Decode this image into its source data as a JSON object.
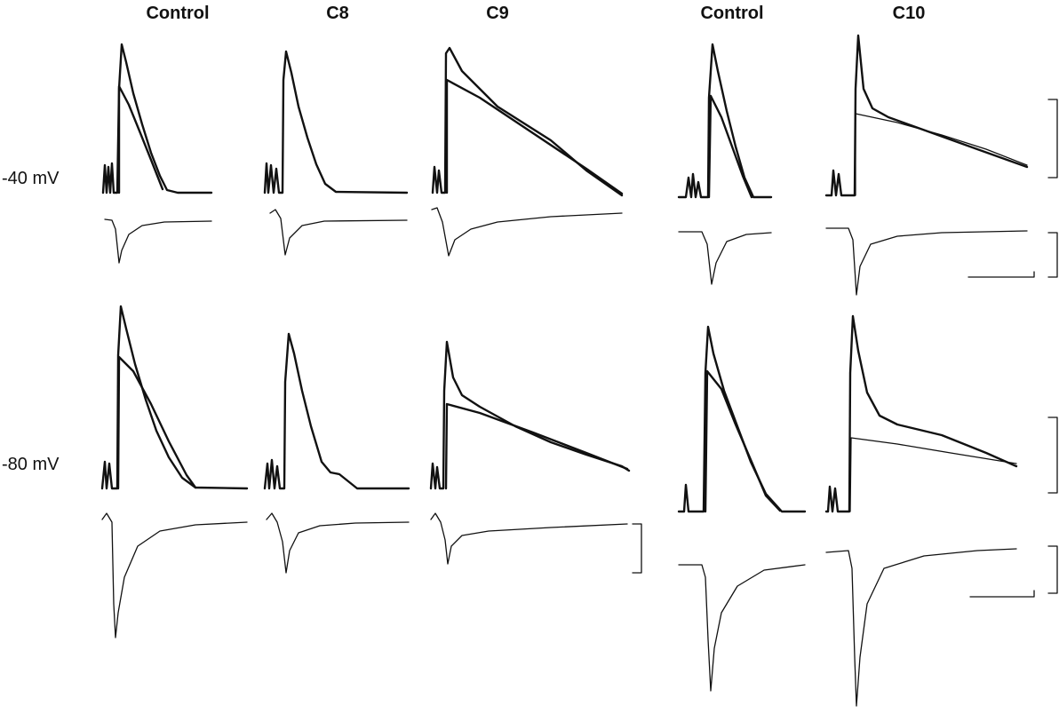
{
  "column_labels": [
    "Control",
    "C8",
    "C9",
    "Control",
    "C10"
  ],
  "row_labels": [
    "-40 mV",
    "-80 mV"
  ],
  "colors": {
    "trace": "#111111",
    "background": "#ffffff"
  }
}
